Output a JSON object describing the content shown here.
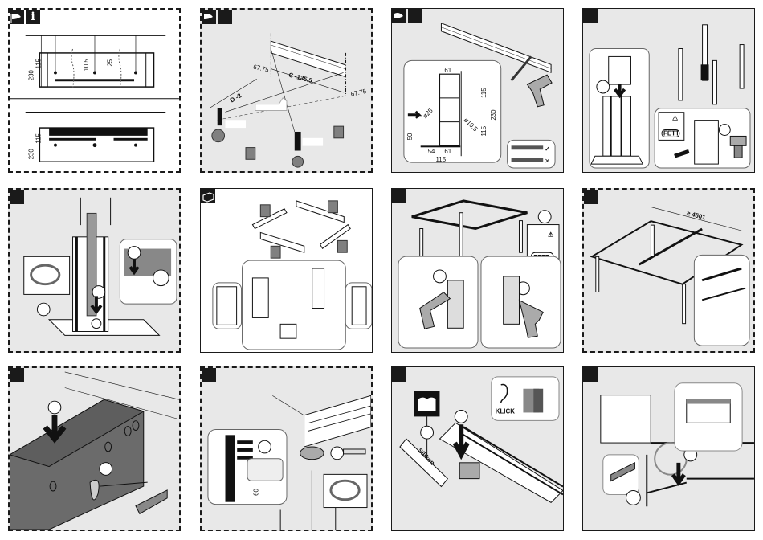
{
  "document": {
    "type": "assembly-instructions",
    "layout": "3 rows x 4 columns"
  },
  "colors": {
    "panel_gray": "#e8e8e8",
    "ink": "#1a1a1a",
    "marker_gray": "#808080",
    "white": "#ffffff"
  },
  "panels": [
    {
      "id": 1,
      "badges": [
        "hand-pointer-icon",
        "info-icon"
      ],
      "info_glyph": "i",
      "border": "dashed",
      "top_view": {
        "dims": [
          "230",
          "115",
          "10.5",
          "25"
        ]
      },
      "bottom_view": {
        "dims": [
          "230",
          "115"
        ]
      }
    },
    {
      "id": 2,
      "badges": [
        "hand-pointer-icon",
        "blank"
      ],
      "border": "dashed",
      "labels": {
        "left_offset": "67.75",
        "right_offset": "67.75",
        "c_dim": "C -135.5",
        "d_dim": "D -2"
      }
    },
    {
      "id": 3,
      "badges": [
        "hand-pointer-icon",
        "blank"
      ],
      "border": "solid",
      "detail_dims": {
        "top_width": "61",
        "upper": "115",
        "lower": "115",
        "total": "230",
        "bolt_dia": "ø25",
        "drill_dia": "ø10.5",
        "left_h": "50",
        "bottom_left": "54",
        "bottom_right": "61",
        "bottom_total": "115"
      },
      "ok_mark": "✓",
      "bad_mark": "✕"
    },
    {
      "id": 4,
      "badges": [
        "blank"
      ],
      "border": "solid",
      "grease_label": "FETT",
      "warning_glyph": "⚠"
    },
    {
      "id": 5,
      "badges": [
        "blank"
      ],
      "border": "dashed"
    },
    {
      "id": 6,
      "badges": [
        "box-icon"
      ],
      "border": "solid"
    },
    {
      "id": 7,
      "badges": [
        "blank"
      ],
      "border": "solid",
      "grease_label": "FETT",
      "warning_glyph": "⚠"
    },
    {
      "id": 8,
      "badges": [
        "blank"
      ],
      "border": "dashed",
      "span_label": "≥ 4501"
    },
    {
      "id": 9,
      "badges": [
        "blank"
      ],
      "border": "dashed"
    },
    {
      "id": 10,
      "badges": [
        "blank"
      ],
      "border": "dashed",
      "dim": "60"
    },
    {
      "id": 11,
      "badges": [
        "blank"
      ],
      "border": "solid",
      "click_label": "KLICK",
      "tube_label": "Silikon"
    },
    {
      "id": 12,
      "badges": [
        "blank"
      ],
      "border": "solid"
    }
  ]
}
